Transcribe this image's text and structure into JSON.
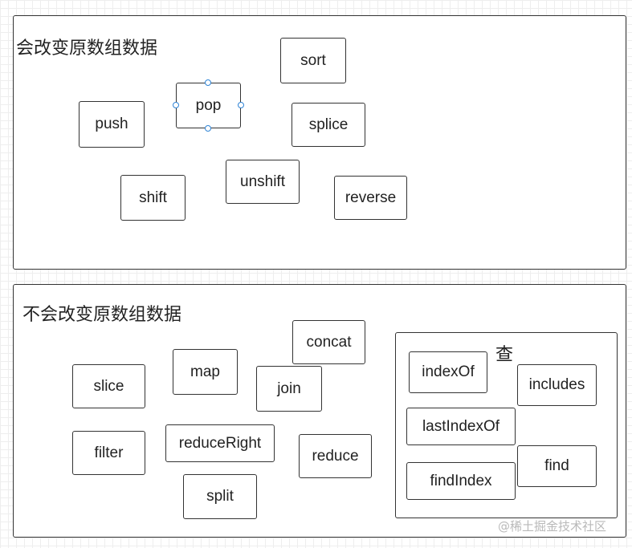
{
  "groups": {
    "mutating": {
      "title": "会改变原数组数据",
      "nodes": {
        "sort": "sort",
        "push": "push",
        "pop": "pop",
        "splice": "splice",
        "shift": "shift",
        "unshift": "unshift",
        "reverse": "reverse"
      }
    },
    "non_mutating": {
      "title": "不会改变原数组数据",
      "nodes": {
        "concat": "concat",
        "slice": "slice",
        "map": "map",
        "join": "join",
        "filter": "filter",
        "reduceRight": "reduceRight",
        "reduce": "reduce",
        "split": "split"
      },
      "query": {
        "title": "查",
        "nodes": {
          "indexOf": "indexOf",
          "includes": "includes",
          "lastIndexOf": "lastIndexOf",
          "findIndex": "findIndex",
          "find": "find"
        }
      }
    }
  },
  "selected_node": "pop",
  "colors": {
    "border": "#333333",
    "selection_handle": "#2f84d6",
    "watermark": "#b9b9b9"
  },
  "watermark": "@稀土掘金技术社区"
}
